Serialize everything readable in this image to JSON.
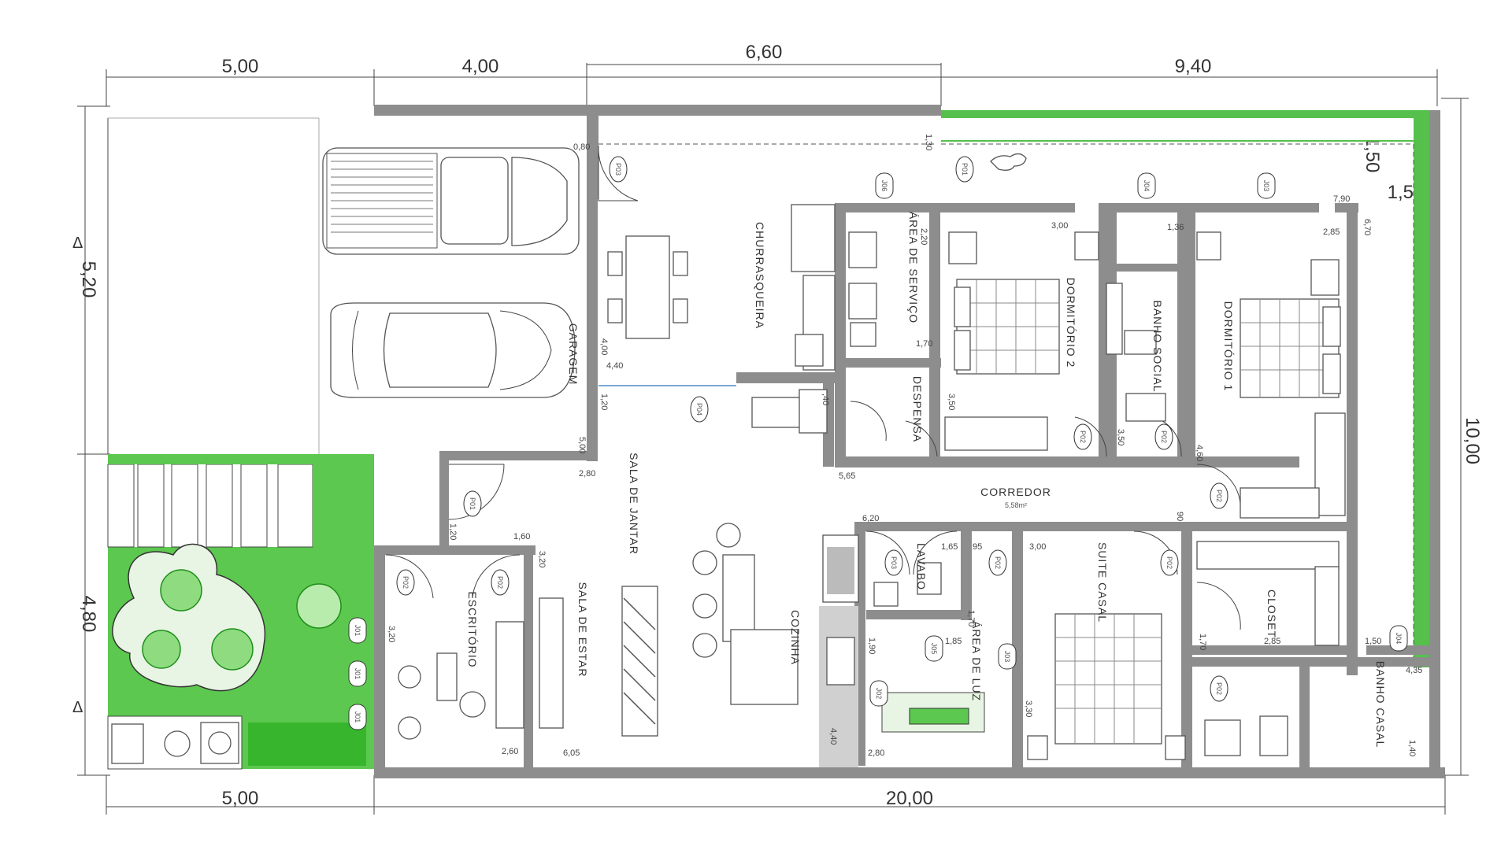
{
  "dimensions": {
    "top": [
      "5,00",
      "4,00",
      "6,60",
      "9,40"
    ],
    "bottom": [
      "5,00",
      "20,00"
    ],
    "left": [
      "5,20",
      "4,80"
    ],
    "right_total": "10,00",
    "right_top": "1,50",
    "right_top2": "1,50"
  },
  "rooms": {
    "garagem": "GARAGEM",
    "churrasqueira": "CHURRASQUEIRA",
    "area_servico": "ÁREA DE SERVIÇO",
    "despensa": "DESPENSA",
    "dormitorio2": "DORMITÓRIO 2",
    "banho_social": "BANHO SOCIAL",
    "dormitorio1": "DORMITÓRIO 1",
    "corredor": "CORREDOR",
    "corredor_area": "5,58m²",
    "sala_jantar": "SALA DE JANTAR",
    "sala_estar": "SALA DE ESTAR",
    "escritorio": "ESCRITÓRIO",
    "cozinha": "COZINHA",
    "lavabo": "LAVABO",
    "area_luz": "ÁREA DE LUZ",
    "suite_casal": "SUITE CASAL",
    "closet": "CLOSET",
    "banho_casal": "BANHO CASAL"
  },
  "doors": {
    "p03": "P03",
    "p01": "P01",
    "p02": "P02",
    "p04": "P04"
  },
  "windows": {
    "j06": "J06",
    "j04": "J04",
    "j03": "J03",
    "j01": "J01",
    "j02": "J02",
    "j05": "J05"
  },
  "measures": {
    "m_080": "0,80",
    "m_130": "1,30",
    "m_300": "3,00",
    "m_136": "1,36",
    "m_285a": "2,85",
    "m_790": "7,90",
    "m_670": "6,70",
    "m_220": "2,20",
    "m_170a": "1,70",
    "m_400": "4,00",
    "m_440": "4,40",
    "m_120a": "1,20",
    "m_500": "5,00",
    "m_280": "2,80",
    "m_350a": "3,50",
    "m_350b": "3,50",
    "m_565": "5,65",
    "m_460": "4,60",
    "m_620": "6,20",
    "m_165": "1,65",
    "m_095": "95",
    "m_300b": "3,00",
    "m_160": "1,60",
    "m_320a": "3,20",
    "m_320b": "3,20",
    "m_120b": "1,20",
    "m_260": "2,60",
    "m_605": "6,05",
    "m_190": "1,90",
    "m_185": "1,85",
    "m_440b": "4,40",
    "m_280b": "2,80",
    "m_330": "3,30",
    "m_285b": "2,85",
    "m_150": "1,50",
    "m_435": "4,35",
    "m_140": "1,40",
    "m_170b": "1,70",
    "m_170c": "1,70",
    "m_090": "90",
    "m_040": ",40"
  },
  "colors": {
    "wall": "#8d8d8d",
    "grass": "#5cc84f",
    "garden": "#e8f5e4"
  }
}
